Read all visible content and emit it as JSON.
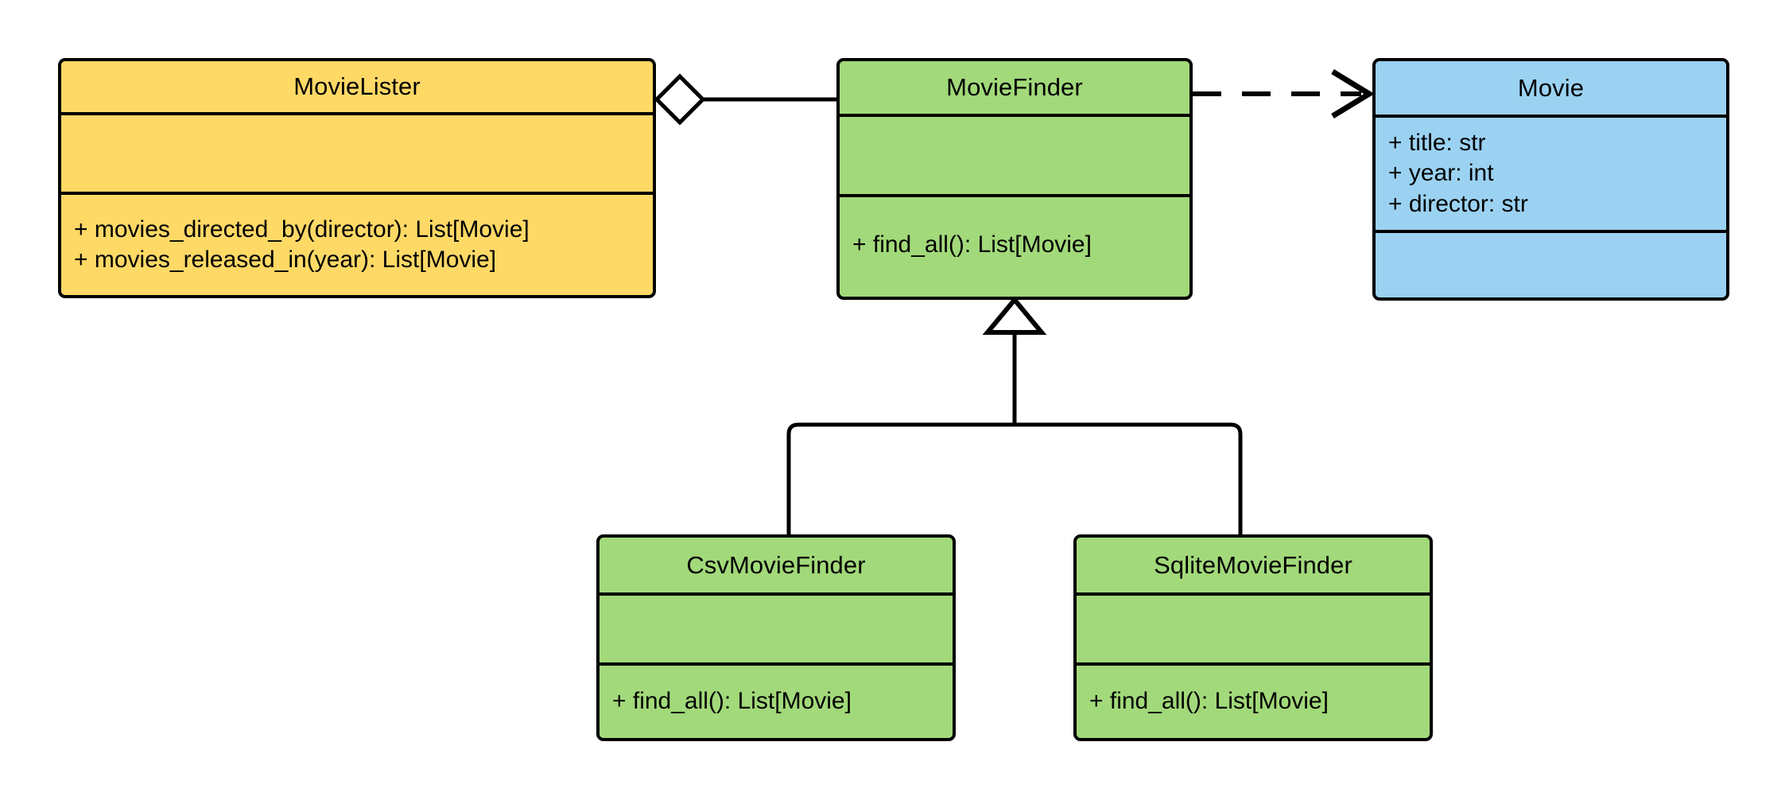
{
  "diagram": {
    "kind": "uml-class-diagram",
    "title": "MovieLister dependency injection class diagram",
    "background_color": "#ffffff",
    "line_color": "#000000"
  },
  "palette": {
    "yellow": "#FFD966",
    "green": "#A2D97A",
    "blue": "#9BD2F2",
    "stroke": "#000000",
    "fill_white": "#ffffff"
  },
  "classes": {
    "movie_lister": {
      "name": "MovieLister",
      "color": "#FFD966",
      "attributes": [],
      "methods": [
        "+ movies_directed_by(director): List[Movie]",
        "+ movies_released_in(year): List[Movie]"
      ]
    },
    "movie_finder": {
      "name": "MovieFinder",
      "color": "#A2D97A",
      "attributes": [],
      "methods": [
        "+ find_all(): List[Movie]"
      ]
    },
    "movie": {
      "name": "Movie",
      "color": "#9BD2F2",
      "attributes": [
        "+ title: str",
        "+ year: int",
        "+ director: str"
      ],
      "methods": []
    },
    "csv_movie_finder": {
      "name": "CsvMovieFinder",
      "color": "#A2D97A",
      "attributes": [],
      "methods": [
        "+ find_all(): List[Movie]"
      ]
    },
    "sqlite_movie_finder": {
      "name": "SqliteMovieFinder",
      "color": "#A2D97A",
      "attributes": [],
      "methods": [
        "+ find_all(): List[Movie]"
      ]
    }
  },
  "relationships": [
    {
      "id": "aggregation-lister-finder",
      "type": "aggregation",
      "from": "MovieLister",
      "to": "MovieFinder",
      "marker": "hollow-diamond",
      "line_style": "solid"
    },
    {
      "id": "dependency-finder-movie",
      "type": "dependency",
      "from": "MovieFinder",
      "to": "Movie",
      "marker": "open-arrow",
      "line_style": "dashed"
    },
    {
      "id": "generalization-csv-finder",
      "type": "generalization",
      "from": "CsvMovieFinder",
      "to": "MovieFinder",
      "marker": "hollow-triangle",
      "line_style": "solid"
    },
    {
      "id": "generalization-sqlite-finder",
      "type": "generalization",
      "from": "SqliteMovieFinder",
      "to": "MovieFinder",
      "marker": "hollow-triangle",
      "line_style": "solid"
    }
  ]
}
